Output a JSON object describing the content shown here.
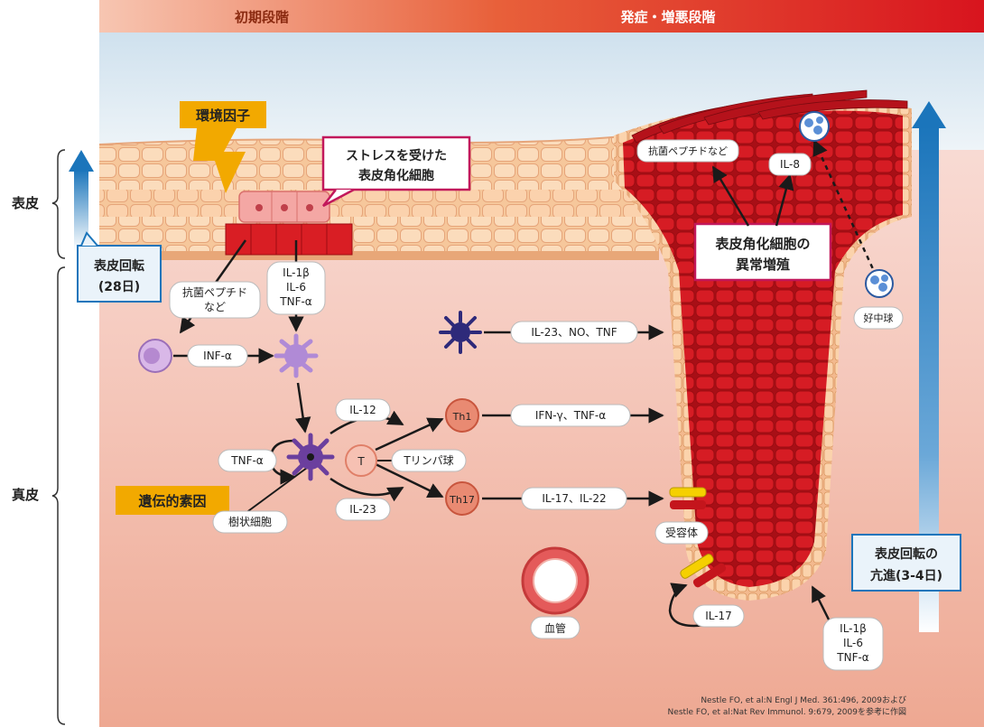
{
  "phases": {
    "early": "初期段階",
    "progression": "発症・増悪段階"
  },
  "side_labels": {
    "epidermis": "表皮",
    "dermis": "真皮"
  },
  "callouts": {
    "environmental_factor": "環境因子",
    "stressed_keratinocyte": [
      "ストレスを受けた",
      "表皮角化細胞"
    ],
    "abnormal_proliferation": [
      "表皮角化細胞の",
      "異常増殖"
    ],
    "genetic_factor": "遺伝的素因"
  },
  "turnover": {
    "normal": [
      "表皮回転",
      "(28日)"
    ],
    "accelerated": [
      "表皮回転の",
      "亢進(3-4日)"
    ]
  },
  "labels": {
    "antimicrobial_peptides_left": [
      "抗菌ペプチド",
      "など"
    ],
    "cytokines_left": [
      "IL-1β",
      "IL-6",
      "TNF-α"
    ],
    "inf_alpha": "INF-α",
    "il12": "IL-12",
    "il23": "IL-23",
    "tnf_alpha_loop": "TNF-α",
    "dendritic_cell": "樹状細胞",
    "t_lymphocyte": "Tリンパ球",
    "t_cell": "T",
    "th1": "Th1",
    "th17": "Th17",
    "il23_no_tnf": "IL-23、NO、TNF",
    "ifn_gamma_tnf": "IFN-γ、TNF-α",
    "il17_il22": "IL-17、IL-22",
    "receptor": "受容体",
    "blood_vessel": "血管",
    "il17": "IL-17",
    "cytokines_right": [
      "IL-1β",
      "IL-6",
      "TNF-α"
    ],
    "antimicrobial_peptides_right": "抗菌ペプチドなど",
    "il8": "IL-8",
    "neutrophil": "好中球"
  },
  "citation": [
    "Nestle FO, et al:N Engl J Med. 361:496, 2009および",
    "Nestle FO, et al:Nat Rev Immunol. 9:679, 2009を参考に作図"
  ],
  "colors": {
    "banner_early": "#f2b29a",
    "banner_late": "#d8141e",
    "lesion_red": "#d11a22",
    "callout_border": "#c2185b",
    "factor_orange": "#f2a900",
    "turnover_blue": "#1b75bb",
    "skin_cell": "#f8cfa8",
    "dendritic_purple": "#8e63b8",
    "th_cell": "#e98a72",
    "receptor_yellow": "#f5d000"
  }
}
